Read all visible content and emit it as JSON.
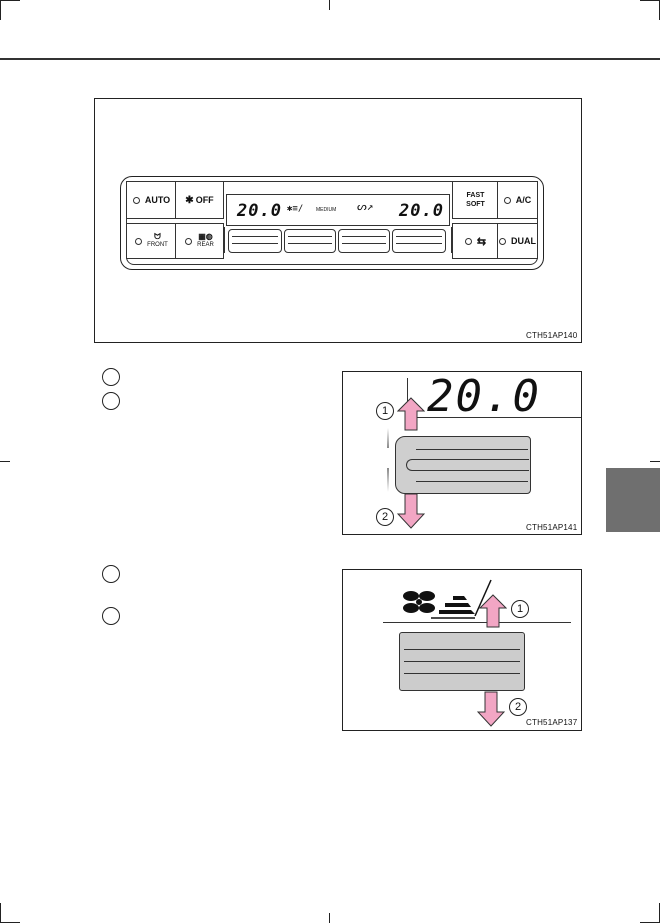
{
  "figure_main": {
    "code": "CTH51AP140",
    "buttons": {
      "auto": "AUTO",
      "fan_off": "OFF",
      "fast_soft_top": "FAST",
      "fast_soft_bottom": "SOFT",
      "ac": "A/C",
      "front": "FRONT",
      "rear": "REAR",
      "dual": "DUAL"
    },
    "display": {
      "temp_left": "20.0",
      "fan_mode": "MEDIUM",
      "temp_right": "20.0"
    }
  },
  "figure_temp": {
    "code": "CTH51AP141",
    "temp": "20.0",
    "callout_up": "1",
    "callout_down": "2"
  },
  "figure_fan": {
    "code": "CTH51AP137",
    "callout_up": "1",
    "callout_down": "2"
  },
  "step_markers": [
    "",
    "",
    "",
    ""
  ],
  "colors": {
    "arrow_pink": "#f2a6c4",
    "tab_gray": "#6f6f6f",
    "lever_gray": "#cccccc"
  }
}
